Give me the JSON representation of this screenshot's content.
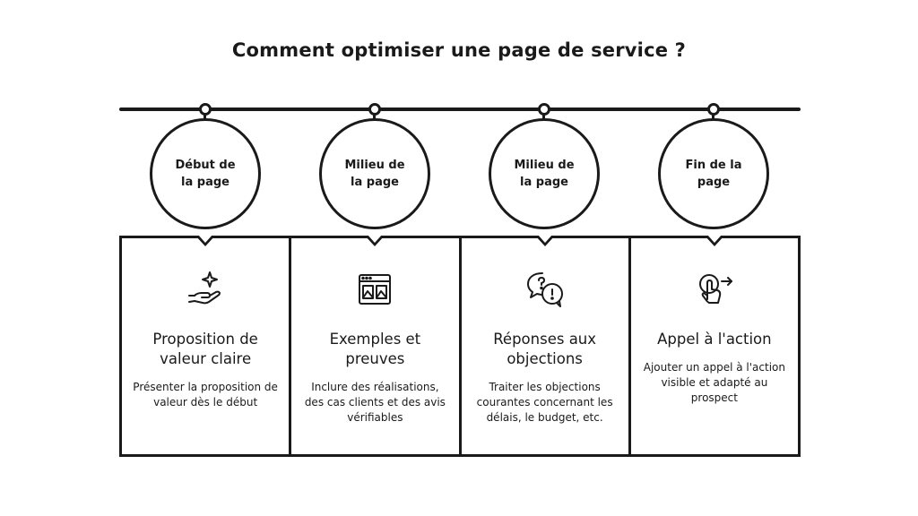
{
  "title": "Comment optimiser une page de service ?",
  "stages": [
    {
      "phase": "Début de la page",
      "icon": "hand-sparkle-icon",
      "heading": "Proposition de valeur claire",
      "description": "Présenter la proposition de valeur dès le début"
    },
    {
      "phase": "Milieu de la page",
      "icon": "browser-gallery-icon",
      "heading": "Exemples et preuves",
      "description": "Inclure des réalisations, des cas clients et des avis vérifiables"
    },
    {
      "phase": "Milieu de la page",
      "icon": "question-speech-bubbles-icon",
      "heading": "Réponses aux objections",
      "description": "Traiter les objections courantes concernant les délais, le budget, etc."
    },
    {
      "phase": "Fin de la page",
      "icon": "tap-arrow-icon",
      "heading": "Appel à l'action",
      "description": "Ajouter un appel à l'action visible et adapté au prospect"
    }
  ]
}
